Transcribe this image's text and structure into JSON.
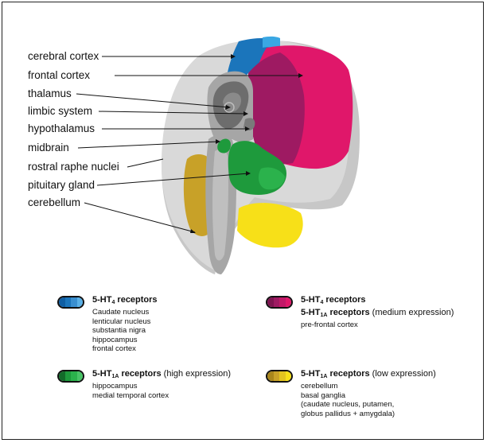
{
  "labels": {
    "cerebral_cortex": "cerebral cortex",
    "frontal_cortex": "frontal cortex",
    "thalamus": "thalamus",
    "limbic_system": "limbic system",
    "hypothalamus": "hypothalamus",
    "midbrain": "midbrain",
    "rostral_raphe_nuclei": "rostral raphe nuclei",
    "pituitary_gland": "pituitary gland",
    "cerebellum": "cerebellum"
  },
  "legend": {
    "ht4": {
      "prefix": "5-HT",
      "sub": "4",
      "title_suffix": " receptors",
      "lines": [
        "Caudate nucleus",
        "lenticular nucleus",
        "substantia nigra",
        "hippocampus",
        "frontal cortex"
      ]
    },
    "ht4_ht1a": {
      "prefix": "5-HT",
      "sub": "4",
      "title_suffix": " receptors",
      "prefix2": "5-HT",
      "sub2": "1A",
      "title2_suffix": " receptors",
      "note2": " (medium expression)",
      "lines": [
        "pre-frontal cortex"
      ]
    },
    "ht1a_high": {
      "prefix": "5-HT",
      "sub": "1A",
      "title_suffix": " receptors",
      "note": " (high expression)",
      "lines": [
        "hippocampus",
        "medial temporal cortex"
      ]
    },
    "ht1a_low": {
      "prefix": "5-HT",
      "sub": "1A",
      "title_suffix": " receptors",
      "note": " (low expression)",
      "lines": [
        "cerebellum",
        "basal ganglia",
        "(caudate nucleus, putamen,",
        "globus pallidus + amygdala)"
      ]
    }
  },
  "colors": {
    "blue": "#1b75bb",
    "magenta": "#e0176a",
    "purple": "#9e1a62",
    "green": "#1e9a3c",
    "yellow": "#f7e018",
    "gold": "#c8a128",
    "gray_light": "#d9d9d9",
    "gray_mid": "#a6a6a6",
    "gray_dark": "#6d6d6d"
  }
}
